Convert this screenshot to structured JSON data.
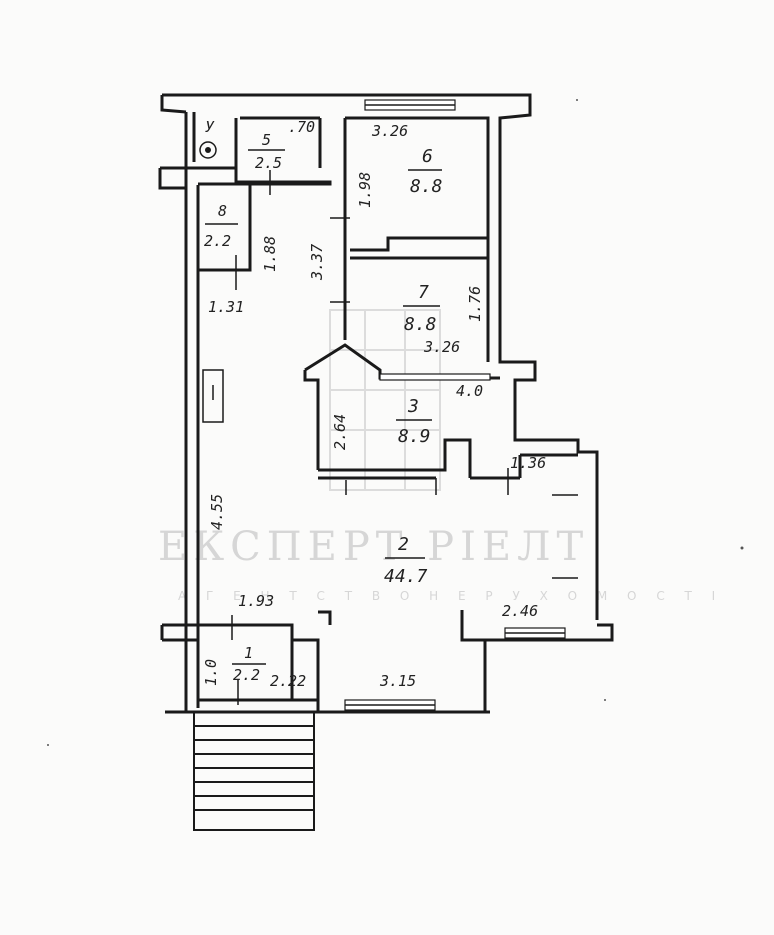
{
  "watermark": {
    "title": "ЕКСПЕРТ РІЕЛТ",
    "subtitle": "А Г Е Н Т С Т В О   Н Е Р У Х О М О С Т І"
  },
  "rooms": [
    {
      "id": "1",
      "area": "2.2"
    },
    {
      "id": "2",
      "area": "44.7"
    },
    {
      "id": "3",
      "area": "8.9"
    },
    {
      "id": "5",
      "area": "2.5"
    },
    {
      "id": "6",
      "area": "8.8"
    },
    {
      "id": "7",
      "area": "8.8"
    },
    {
      "id": "8",
      "area": "2.2"
    }
  ],
  "wc_letter": "У",
  "dimensions": {
    "d_3_26_top": "3.26",
    "d_70": ".70",
    "d_1_98": "1.98",
    "d_1_88": "1.88",
    "d_3_37": "3.37",
    "d_1_31": "1.31",
    "d_1_76": "1.76",
    "d_3_26_mid": "3.26",
    "d_4_0": "4.0",
    "d_2_64": "2.64",
    "d_1_36": "1.36",
    "d_4_55": "4.55",
    "d_1_93": "1.93",
    "d_2_46": "2.46",
    "d_1_0": "1.0",
    "d_2_22": "2.22",
    "d_3_15": "3.15"
  }
}
